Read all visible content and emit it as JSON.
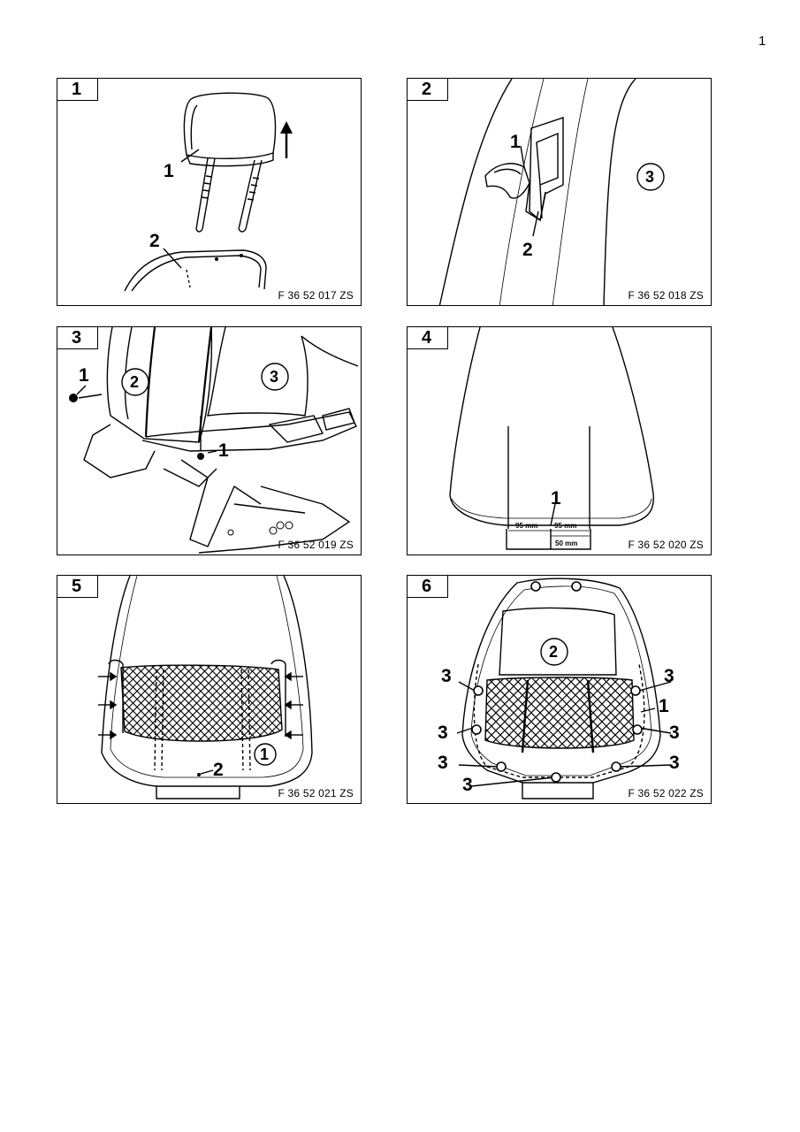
{
  "page": {
    "number": "1"
  },
  "panels": [
    {
      "number": "1",
      "figure_code": "F 36 52 017 ZS",
      "callouts": {
        "headrest": "1",
        "backrest_top": "2"
      }
    },
    {
      "number": "2",
      "figure_code": "F 36 52 018 ZS",
      "callouts": {
        "clip": "1",
        "guide": "2",
        "seat_part": "3"
      }
    },
    {
      "number": "3",
      "figure_code": "F 36 52 019 ZS",
      "callouts": {
        "screw_left": "1",
        "backrest_panel": "2",
        "seat_cover": "3",
        "screw_center": "1"
      }
    },
    {
      "number": "4",
      "figure_code": "F 36 52 020 ZS",
      "callouts": {
        "cut_point": "1"
      },
      "dimensions": {
        "left": "95 mm",
        "right": "95 mm",
        "depth": "50 mm"
      }
    },
    {
      "number": "5",
      "figure_code": "F 36 52 021 ZS",
      "callouts": {
        "panel": "1",
        "marking": "2"
      }
    },
    {
      "number": "6",
      "figure_code": "F 36 52 022 ZS",
      "callouts": {
        "trim": "1",
        "panel": "2",
        "screw_1": "3",
        "screw_2": "3",
        "screw_3": "3",
        "screw_4": "3",
        "screw_5": "3",
        "screw_6": "3",
        "screw_7": "3"
      }
    }
  ]
}
